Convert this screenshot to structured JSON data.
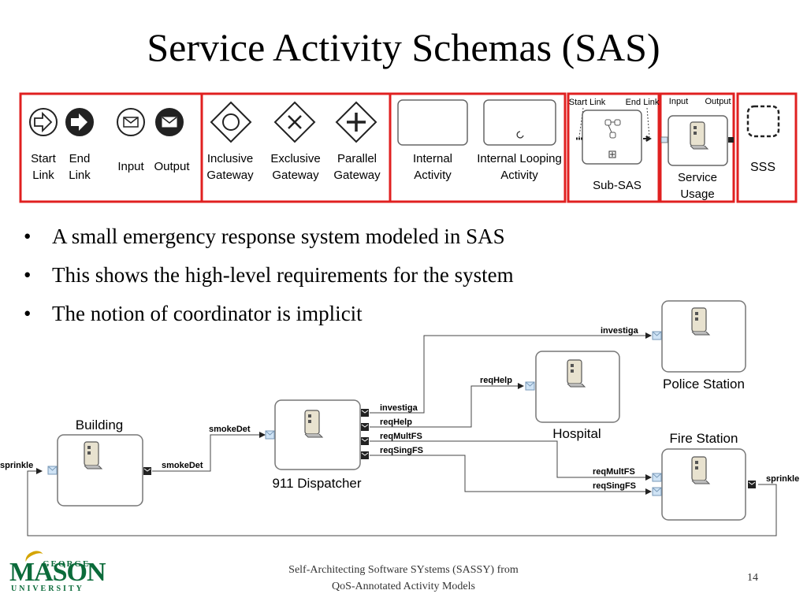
{
  "slide": {
    "title": "Service Activity Schemas (SAS)",
    "footer_line1": "Self-Architecting Software SYstems (SASSY) from",
    "footer_line2": "QoS-Annotated Activity Models",
    "page_number": "14",
    "logo_line1_big": "MASON",
    "logo_line1_small": "GEORGE",
    "logo_line2": "UNIVERSITY"
  },
  "legend": {
    "start_link_1": "Start",
    "start_link_2": "Link",
    "end_link_1": "End",
    "end_link_2": "Link",
    "input": "Input",
    "output": "Output",
    "inclusive_1": "Inclusive",
    "inclusive_2": "Gateway",
    "exclusive_1": "Exclusive",
    "exclusive_2": "Gateway",
    "parallel_1": "Parallel",
    "parallel_2": "Gateway",
    "internal_1": "Internal",
    "internal_2": "Activity",
    "looping_1": "Internal Looping",
    "looping_2": "Activity",
    "subsas_start": "Start Link",
    "subsas_end": "End Link",
    "subsas": "Sub-SAS",
    "usage_input": "Input",
    "usage_output": "Output",
    "usage_1": "Service",
    "usage_2": "Usage",
    "sss": "SSS",
    "frame_color": "#e02020"
  },
  "bullets": [
    "A small emergency response system modeled in SAS",
    "This shows the high-level requirements for the system",
    "The notion of coordinator is implicit"
  ],
  "diagram": {
    "building": "Building",
    "dispatcher": "911 Dispatcher",
    "hospital": "Hospital",
    "police": "Police Station",
    "fire": "Fire Station",
    "sprinkle_in": "sprinkle",
    "smokedet_out": "smokeDet",
    "smokedet_in": "smokeDet",
    "out_investiga": "investiga",
    "out_reqhelp": "reqHelp",
    "out_reqmultfs": "reqMultFS",
    "out_reqsingfs": "reqSingFS",
    "hosp_reqhelp": "reqHelp",
    "police_investiga": "investiga",
    "fire_reqmultfs": "reqMultFS",
    "fire_reqsingfs": "reqSingFS",
    "fire_sprinkle": "sprinkle"
  }
}
